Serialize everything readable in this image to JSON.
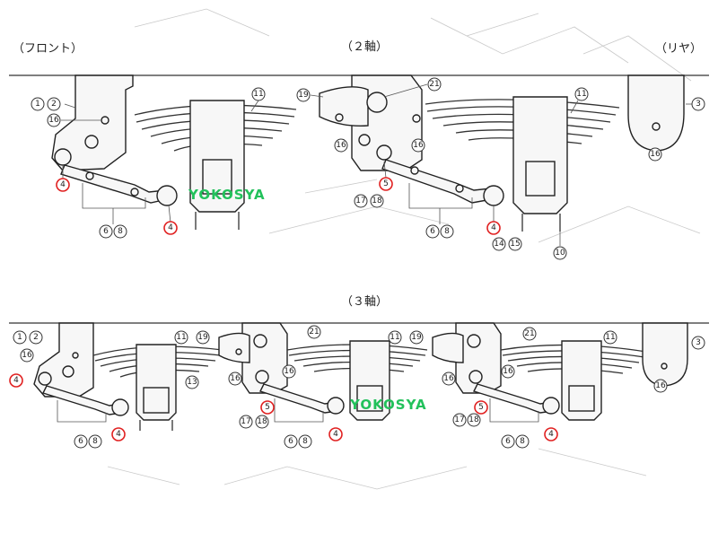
{
  "labels": {
    "front": "（フロント）",
    "rear": "（リヤ）",
    "two_axle": "（２軸）",
    "three_axle": "（３軸）"
  },
  "watermark": "YOKOSYA",
  "colors": {
    "line": "#333333",
    "highlight": "#e02020",
    "watermark": "#22c15b"
  },
  "callouts": {
    "n1": "1",
    "n2": "2",
    "n3": "3",
    "n4": "4",
    "n5": "5",
    "n6": "6",
    "n8": "8",
    "n10": "10",
    "n11": "11",
    "n13": "13",
    "n14": "14",
    "n15": "15",
    "n16": "16",
    "n17": "17",
    "n18": "18",
    "n19": "19",
    "n21": "21"
  }
}
